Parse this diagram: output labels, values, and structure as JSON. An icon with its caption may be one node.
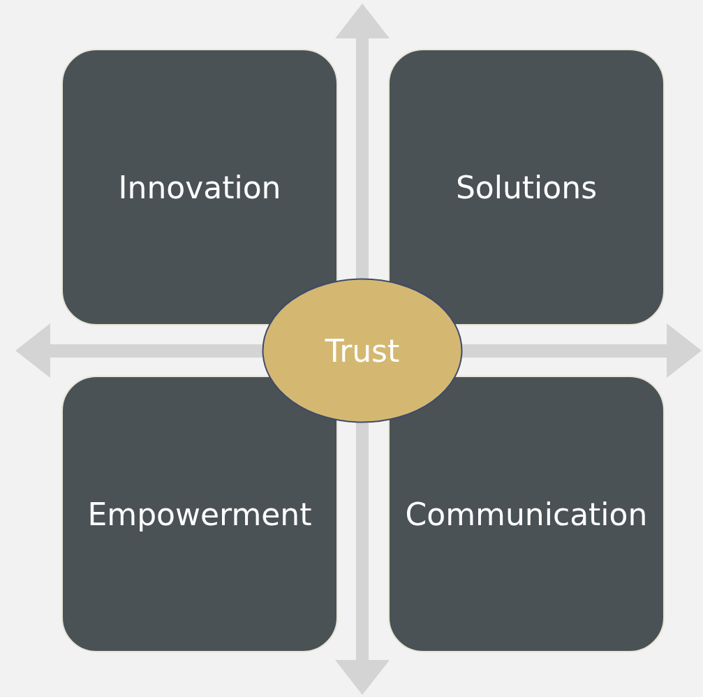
{
  "diagram": {
    "nodes": [
      {
        "text": [
          "Innovation"
        ]
      },
      {
        "text": [
          "Solutions"
        ]
      },
      {
        "text": [
          "Empowerment"
        ]
      },
      {
        "text": [
          "Communication"
        ]
      },
      {
        "text": [
          "Trust"
        ]
      }
    ]
  }
}
